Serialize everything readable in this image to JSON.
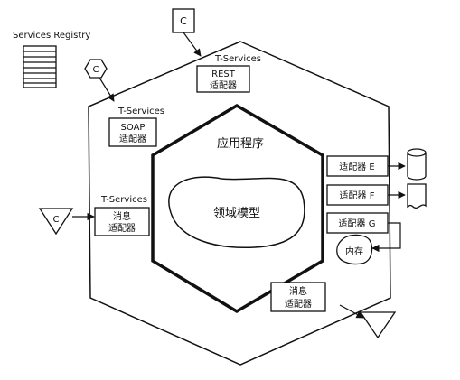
{
  "registry": {
    "label": "Services Registry"
  },
  "client_label": "C",
  "tservices_label": "T-Services",
  "adapters": {
    "rest": {
      "line1": "REST",
      "line2": "适配器"
    },
    "soap": {
      "line1": "SOAP",
      "line2": "适配器"
    },
    "msg_left": {
      "line1": "消息",
      "line2": "适配器"
    },
    "msg_bottom": {
      "line1": "消息",
      "line2": "适配器"
    },
    "e": "适配器 E",
    "f": "适配器 F",
    "g": "适配器 G"
  },
  "application": "应用程序",
  "domain_model": "领域模型",
  "memory": "内存"
}
